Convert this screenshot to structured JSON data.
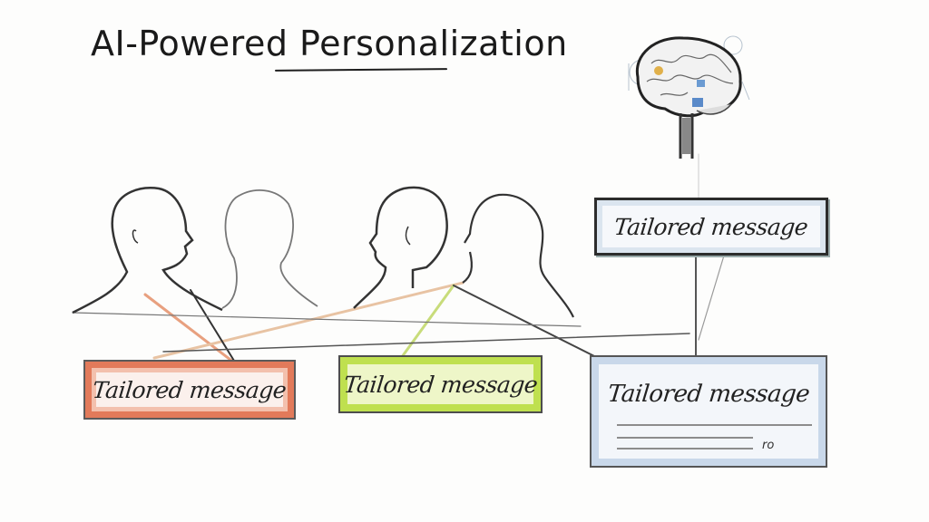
{
  "header": {
    "title": "AI-Powered Personalization"
  },
  "illustration": {
    "brain_icon": "brain-circuit-icon",
    "people_count": 4,
    "people_icon": "head-silhouette-icon"
  },
  "messages": [
    {
      "id": "top-right",
      "label": "Tailored message",
      "accent": "#c9d8ea"
    },
    {
      "id": "left",
      "label": "Tailored message",
      "accent": "#e27a5a"
    },
    {
      "id": "center",
      "label": "Tailored message",
      "accent": "#bfe04f"
    },
    {
      "id": "bottom-right",
      "label": "Tailored message",
      "accent": "#a9c2de",
      "footer_mark": "ro"
    }
  ],
  "colors": {
    "background": "#fdfdfc",
    "ink": "#222222",
    "red": "#e27a5a",
    "green": "#bfe04f",
    "blue": "#c9d8ea"
  }
}
